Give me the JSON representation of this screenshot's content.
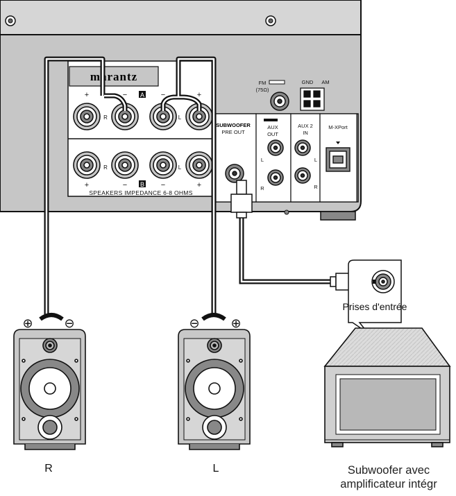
{
  "receiver": {
    "brand": "marantz",
    "terminals": {
      "fm": "FM",
      "fm_impedance": "(75Ω)",
      "gnd": "GND",
      "am": "AM",
      "subwoofer": "SUBWOOFER",
      "pre_out": "PRE OUT",
      "aux_out_1": "AUX",
      "aux_out_2": "OUT",
      "aux2_in_1": "AUX 2",
      "aux2_in_2": "IN",
      "mxport": "M-XPort",
      "speaker_set_a": "A",
      "speaker_set_b": "B",
      "speakers_impedance": "SPEAKERS IMPEDANCE  6-8 OHMS",
      "plus": "+",
      "minus": "−",
      "right": "R",
      "left": "L"
    }
  },
  "subwoofer_input": {
    "label": "Prises d'entrée"
  },
  "speakers": {
    "right_label": "R",
    "left_label": "L",
    "plus_symbol": "⊕",
    "minus_symbol": "⊖"
  },
  "subwoofer": {
    "caption_line1": "Subwoofer avec",
    "caption_line2": "amplificateur intégr"
  },
  "colors": {
    "panel": "#c8c8c8",
    "panel_dark": "#a8a8a8",
    "cable": "#1a1a1a"
  }
}
